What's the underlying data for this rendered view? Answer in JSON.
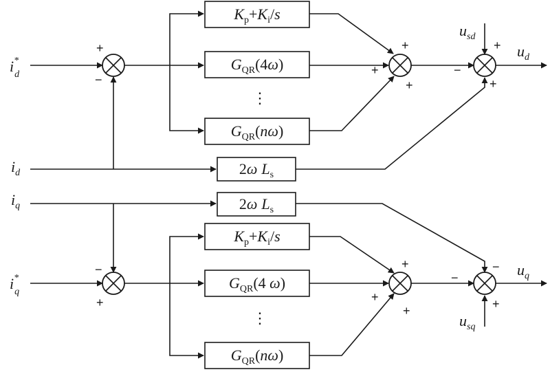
{
  "inputs": {
    "id_ref": {
      "base": "i",
      "sub": "d",
      "sup": "*"
    },
    "id": {
      "base": "i",
      "sub": "d"
    },
    "iq": {
      "base": "i",
      "sub": "q"
    },
    "iq_ref": {
      "base": "i",
      "sub": "q",
      "sup": "*"
    }
  },
  "outputs": {
    "ud": {
      "base": "u",
      "sub": "d"
    },
    "uq": {
      "base": "u",
      "sub": "q"
    }
  },
  "disturbances": {
    "usd": {
      "base": "u",
      "sub": "sd"
    },
    "usq": {
      "base": "u",
      "sub": "sq"
    }
  },
  "blocks": {
    "pi_top": {
      "kp": "K",
      "kp_sub": "p",
      "plus": "+",
      "ki": "K",
      "ki_sub": "i",
      "slash": "/",
      "s": "s"
    },
    "qr4_top": {
      "g": "G",
      "g_sub": "QR",
      "arg": "(4",
      "omega": "ω",
      "close": ")"
    },
    "qrn_top": {
      "g": "G",
      "g_sub": "QR",
      "open": "(",
      "n": "n",
      "omega": "ω",
      "close": ")"
    },
    "cross_d": {
      "coef": "2",
      "omega": "ω",
      "L": "L",
      "L_sub": "s"
    },
    "cross_q": {
      "coef": "2",
      "omega": "ω",
      "L": "L",
      "L_sub": "s"
    },
    "pi_bot": {
      "kp": "K",
      "kp_sub": "p",
      "plus": "+",
      "ki": "K",
      "ki_sub": "i",
      "slash": "/",
      "s": "s"
    },
    "qr4_bot": {
      "g": "G",
      "g_sub": "QR",
      "arg": "(4 ",
      "omega": "ω",
      "close": ")"
    },
    "qrn_bot": {
      "g": "G",
      "g_sub": "QR",
      "open": "(",
      "n": "n",
      "omega": "ω",
      "close": ")"
    }
  },
  "ellipsis": "⋮",
  "signs": {
    "sj1_top": "+",
    "sj1_bottom": "−",
    "sj2_top": "+",
    "sj2_left": "+",
    "sj2_bottom": "+",
    "sj3_left": "−",
    "sj3_top": "+",
    "sj3_bottom": "+",
    "sj4_top": "−",
    "sj4_bottom": "+",
    "sj5_top": "+",
    "sj5_left": "+",
    "sj5_bottom": "+",
    "sj6_left": "−",
    "sj6_top": "−",
    "sj6_bottom": "+"
  },
  "colors": {
    "line": "#1a1a1a",
    "background": "#ffffff"
  }
}
